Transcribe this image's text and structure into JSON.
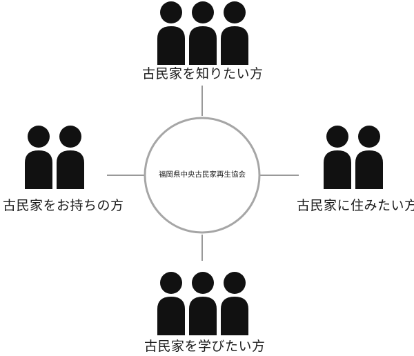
{
  "diagram": {
    "center": {
      "label": "福岡県中央古民家再生協会"
    },
    "nodes": {
      "top": {
        "label": "古民家を知りたい方",
        "people": 3
      },
      "left": {
        "label": "古民家をお持ちの方",
        "people": 2
      },
      "right": {
        "label": "古民家に住みたい方",
        "people": 2
      },
      "bottom": {
        "label": "古民家を学びたい方",
        "people": 3
      }
    },
    "colors": {
      "figure": "#111111",
      "line": "#999999",
      "circle": "#a6a6a6"
    },
    "icon": "person-silhouette-icon"
  }
}
